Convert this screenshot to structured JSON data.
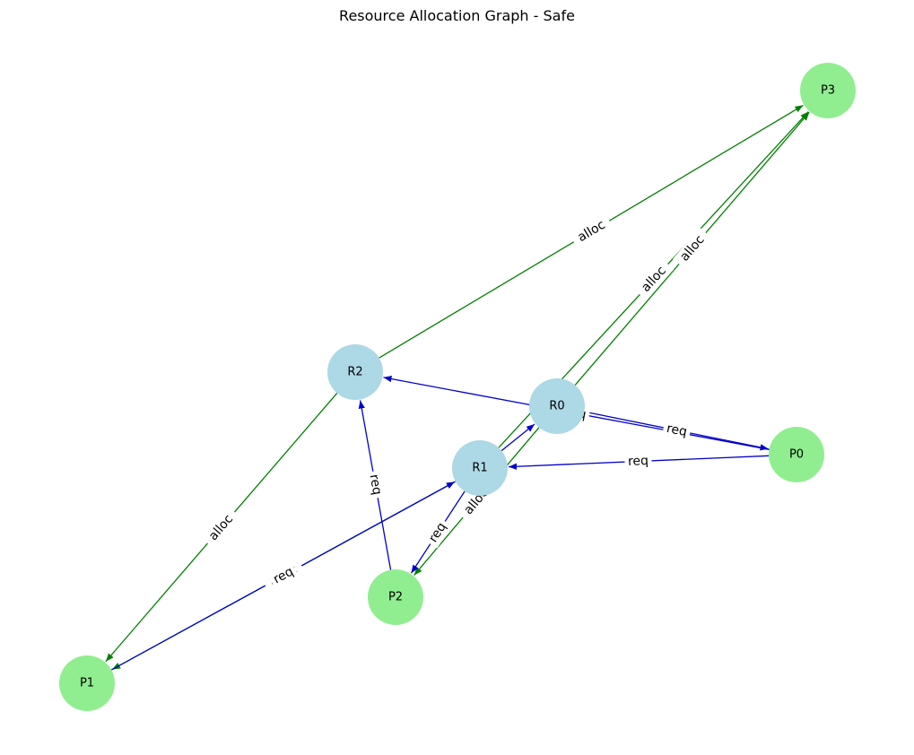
{
  "title": "Resource Allocation Graph - Safe",
  "colors": {
    "process_fill": "#90EE90",
    "resource_fill": "#ADD8E6",
    "alloc_edge": "#008000",
    "req_edge": "#0000CD"
  },
  "nodes": [
    {
      "id": "P0",
      "label": "P0",
      "kind": "process"
    },
    {
      "id": "P1",
      "label": "P1",
      "kind": "process"
    },
    {
      "id": "P2",
      "label": "P2",
      "kind": "process"
    },
    {
      "id": "P3",
      "label": "P3",
      "kind": "process"
    },
    {
      "id": "R0",
      "label": "R0",
      "kind": "resource"
    },
    {
      "id": "R1",
      "label": "R1",
      "kind": "resource"
    },
    {
      "id": "R2",
      "label": "R2",
      "kind": "resource"
    }
  ],
  "edges": [
    {
      "from": "R2",
      "to": "P3",
      "type": "alloc",
      "label": "alloc"
    },
    {
      "from": "R2",
      "to": "P1",
      "type": "alloc",
      "label": "alloc"
    },
    {
      "from": "R0",
      "to": "P3",
      "type": "alloc",
      "label": "alloc"
    },
    {
      "from": "R0",
      "to": "P2",
      "type": "alloc",
      "label": "alloc"
    },
    {
      "from": "R1",
      "to": "P3",
      "type": "alloc",
      "label": "alloc"
    },
    {
      "from": "R1",
      "to": "P1",
      "type": "alloc",
      "label": "alloc"
    },
    {
      "from": "R1",
      "to": "R0",
      "type": "req",
      "label": ""
    },
    {
      "from": "R0",
      "to": "P0",
      "type": "req",
      "label": "req"
    },
    {
      "from": "P0",
      "to": "R2",
      "type": "req",
      "label": "req"
    },
    {
      "from": "P0",
      "to": "R1",
      "type": "req",
      "label": "req"
    },
    {
      "from": "P2",
      "to": "R2",
      "type": "req",
      "label": "req"
    },
    {
      "from": "P1",
      "to": "R1",
      "type": "req",
      "label": "req"
    },
    {
      "from": "R1",
      "to": "P2",
      "type": "req",
      "label": "req"
    }
  ]
}
